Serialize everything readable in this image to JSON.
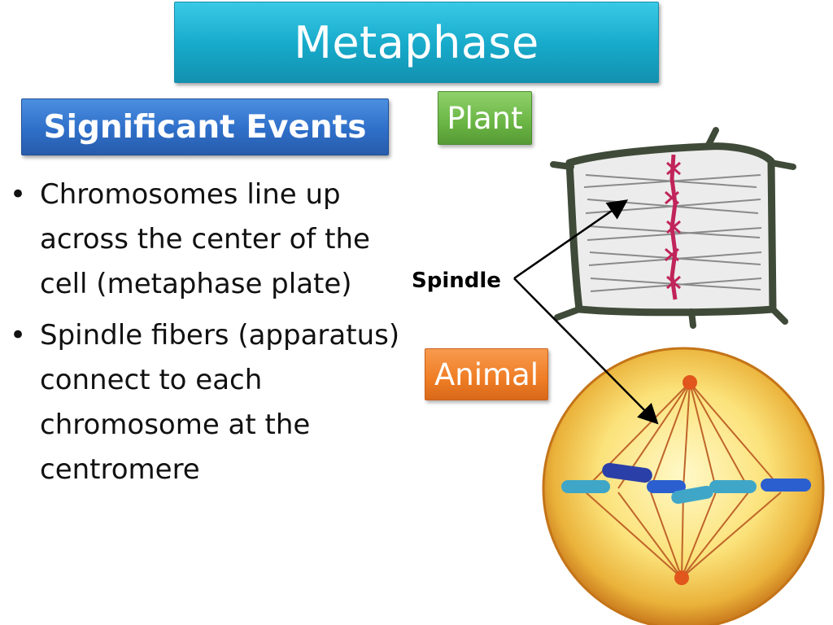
{
  "slide": {
    "title": "Metaphase",
    "section_heading": "Significant Events",
    "bullets": [
      "Chromosomes line up across the center of the cell (metaphase plate)",
      "Spindle fibers (apparatus) connect to each chromosome at the centromere"
    ]
  },
  "labels": {
    "plant": "Plant",
    "animal": "Animal",
    "spindle": "Spindle"
  },
  "colors": {
    "title_bg": "#17a9c9",
    "heading_bg": "#2f6fc9",
    "plant_tag": "#6ab544",
    "animal_tag": "#ef7d25",
    "plant_wall": "#3f4a38",
    "chromosome_plant": "#c0245a",
    "animal_cell": "#e6a52c",
    "chromosome_animal": "#2b5fd0"
  }
}
